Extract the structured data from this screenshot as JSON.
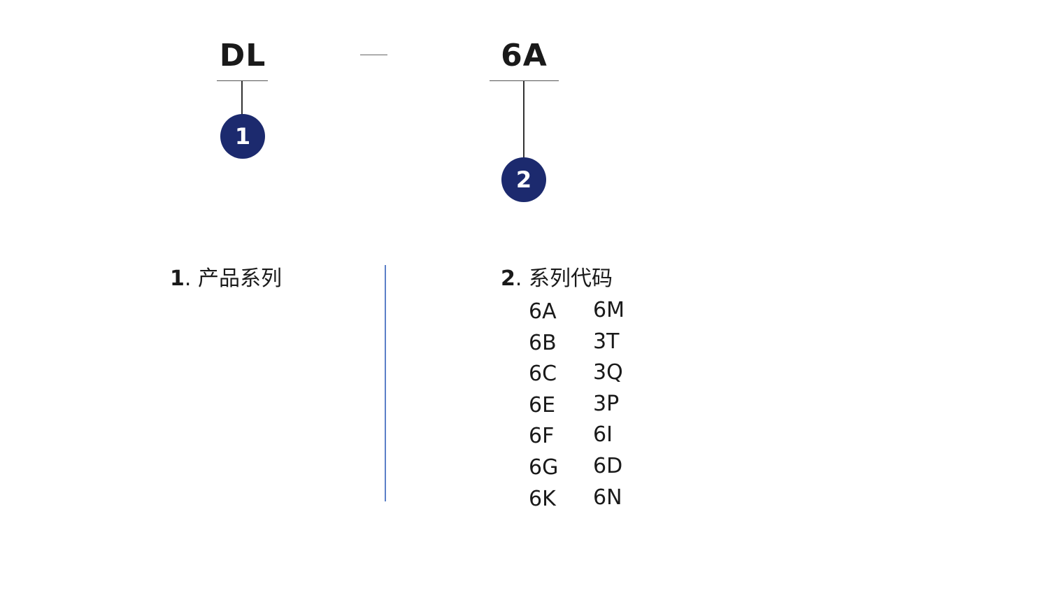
{
  "model_code": {
    "segments": [
      {
        "text": "DL",
        "marker": "1"
      },
      {
        "text": "6A",
        "marker": "2"
      }
    ],
    "separator": "—"
  },
  "colors": {
    "marker_fill": "#1c2a6e",
    "divider": "#5b7fc7",
    "text": "#1a1a1a"
  },
  "legend": {
    "items": [
      {
        "number": "1",
        "title": "产品系列"
      },
      {
        "number": "2",
        "title": "系列代码",
        "codes_col1": [
          "6A",
          "6B",
          "6C",
          "6E",
          "6F",
          "6G",
          "6K"
        ],
        "codes_col2": [
          "6M",
          "3T",
          "3Q",
          "3P",
          "6I",
          "6D",
          "6N"
        ]
      }
    ]
  }
}
